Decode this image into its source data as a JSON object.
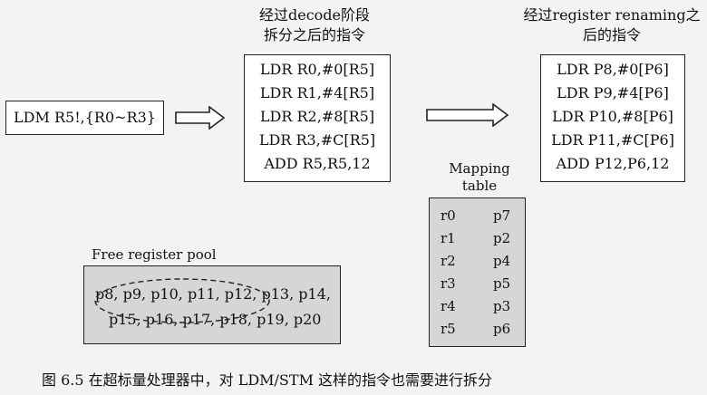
{
  "decode": {
    "caption": [
      "经过decode阶段",
      "拆分之后的指令"
    ],
    "instructions": [
      "LDR R0,#0[R5]",
      "LDR R1,#4[R5]",
      "LDR R2,#8[R5]",
      "LDR R3,#C[R5]",
      "ADD R5,R5,12"
    ]
  },
  "rename": {
    "caption": [
      "经过register renaming之",
      "后的指令"
    ],
    "instructions": [
      "LDR P8,#0[P6]",
      "LDR P9,#4[P6]",
      "LDR P10,#8[P6]",
      "LDR P11,#C[P6]",
      "ADD P12,P6,12"
    ]
  },
  "source": {
    "instruction": "LDM R5!,{R0~R3}"
  },
  "mapping": {
    "title": [
      "Mapping",
      "table"
    ],
    "rows": [
      {
        "arch": "r0",
        "phys": "p7"
      },
      {
        "arch": "r1",
        "phys": "p2"
      },
      {
        "arch": "r2",
        "phys": "p4"
      },
      {
        "arch": "r3",
        "phys": "p5"
      },
      {
        "arch": "r4",
        "phys": "p3"
      },
      {
        "arch": "r5",
        "phys": "p6"
      }
    ]
  },
  "pool": {
    "title": "Free register pool",
    "line1": "p8, p9, p10, p11, p12, p13, p14,",
    "line2": "p15, p16, p17, p18, p19, p20"
  },
  "figure_caption": "图 6.5   在超标量处理器中，对 LDM/STM 这样的指令也需要进行拆分"
}
